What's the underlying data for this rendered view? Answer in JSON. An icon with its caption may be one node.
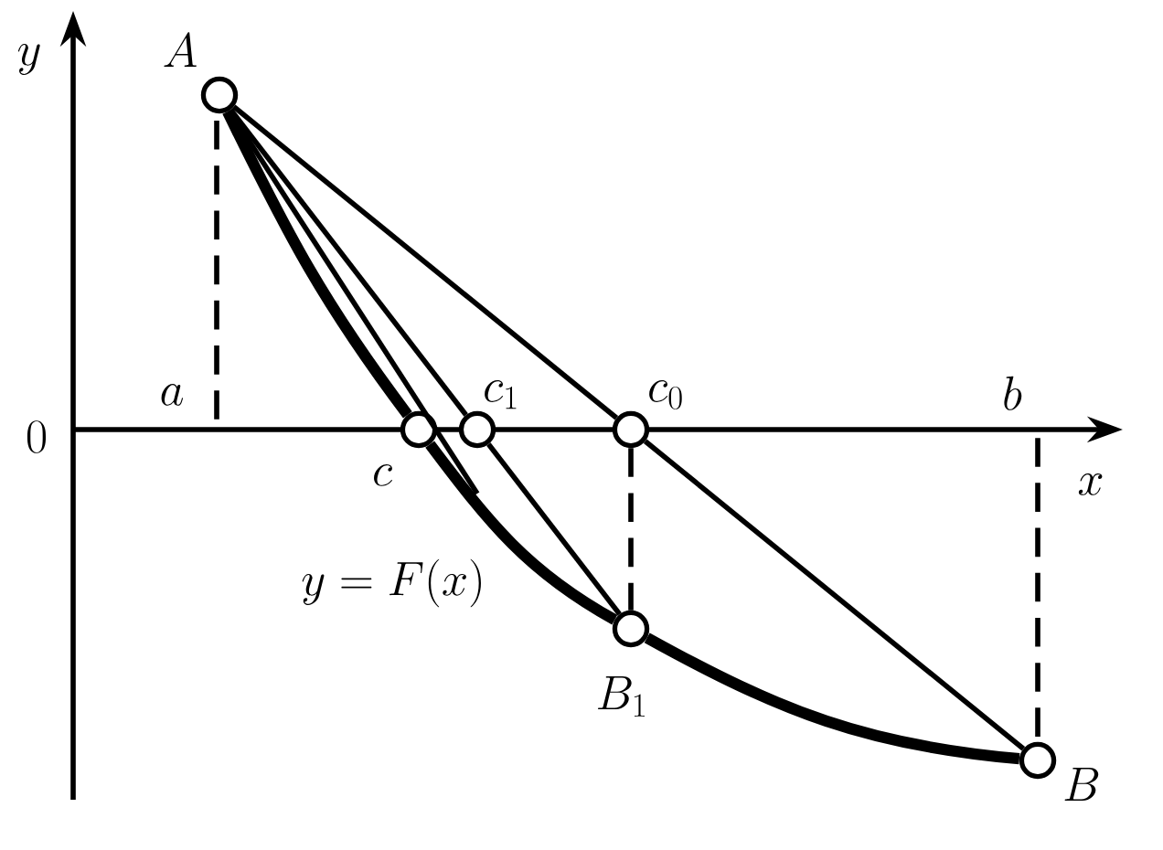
{
  "diagram": {
    "nodes": [
      {
        "text": [],
        "shape": "circle",
        "beside": [
          "A"
        ]
      },
      {
        "text": [],
        "shape": "circle",
        "beside": [
          "c"
        ]
      },
      {
        "text": [],
        "shape": "circle",
        "beside": [
          "c_1"
        ]
      },
      {
        "text": [],
        "shape": "circle",
        "beside": [
          "c_0"
        ]
      },
      {
        "text": [],
        "shape": "circle",
        "beside": [
          "B_1"
        ]
      },
      {
        "text": [],
        "shape": "circle",
        "beside": [
          "B"
        ]
      }
    ],
    "edges": [
      {
        "from": 0,
        "to": 3,
        "arrow": "none"
      },
      {
        "from": 3,
        "to": 5,
        "arrow": "none"
      },
      {
        "from": 0,
        "to": 2,
        "arrow": "none"
      },
      {
        "from": 2,
        "to": 4,
        "arrow": "none"
      },
      {
        "from": 0,
        "to": null,
        "arrow": "none"
      },
      {
        "from": 3,
        "to": 4,
        "arrow": "none",
        "style": "dashed"
      },
      {
        "from": 0,
        "to": 1,
        "arrow": "none",
        "style": "thick"
      },
      {
        "from": 1,
        "to": 4,
        "arrow": "none",
        "style": "thick"
      },
      {
        "from": 4,
        "to": 5,
        "arrow": "none",
        "style": "thick"
      }
    ],
    "labels": [
      "y",
      "x",
      "0",
      "a",
      "b",
      "y = F(x)"
    ]
  }
}
